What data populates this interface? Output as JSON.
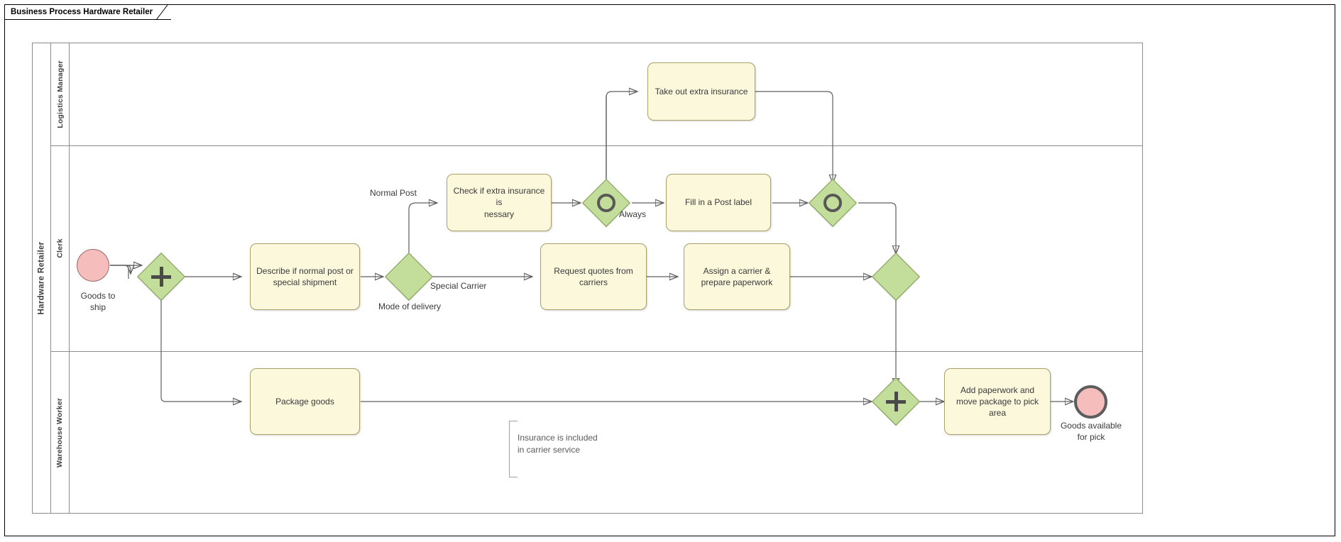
{
  "diagram": {
    "title": "Business Process Hardware Retailer",
    "type": "bpmn-process-diagram",
    "pool": "Hardware Retailer",
    "lanes": [
      {
        "name": "Logistics Manager"
      },
      {
        "name": "Clerk"
      },
      {
        "name": "Warehouse Worker"
      }
    ]
  },
  "colors": {
    "task_fill": "#fbf8dc",
    "task_stroke": "#a9a06a",
    "gateway_fill": "#c3dd9a",
    "gateway_stroke": "#7f9c56",
    "event_fill": "#f6bdbd",
    "lane_stroke": "#8c8c8c",
    "connector_stroke": "#5f5f5f",
    "annotation_text": "#5b5b5b"
  },
  "events": {
    "start": {
      "label": "Goods to\nship",
      "label_line1": "Goods to",
      "label_line2": "ship",
      "lane": "Clerk",
      "kind": "start-event"
    },
    "end": {
      "label_line1": "Goods available",
      "label_line2": "for pick",
      "lane": "Warehouse Worker",
      "kind": "end-event"
    }
  },
  "tasks": {
    "take_out_extra_insurance": {
      "label": "Take out extra insurance",
      "lane": "Logistics Manager"
    },
    "check_extra_insurance": {
      "label_line1": "Check if extra insurance is",
      "label_line2": "nessary",
      "lane": "Clerk"
    },
    "fill_post_label": {
      "label": "Fill in a Post label",
      "lane": "Clerk"
    },
    "describe_shipment": {
      "label_line1": "Describe if normal post or",
      "label_line2": "special shipment",
      "lane": "Clerk"
    },
    "request_quotes": {
      "label_line1": "Request quotes from",
      "label_line2": "carriers",
      "lane": "Clerk"
    },
    "assign_carrier": {
      "label_line1": "Assign a carrier &",
      "label_line2": "prepare paperwork",
      "lane": "Clerk"
    },
    "package_goods": {
      "label": "Package goods",
      "lane": "Warehouse Worker"
    },
    "add_paperwork": {
      "label_line1": "Add paperwork and",
      "label_line2": "move package to pick",
      "label_line3": "area",
      "lane": "Warehouse Worker"
    }
  },
  "gateways": {
    "split_parallel": {
      "marker": "parallel",
      "label": "",
      "lane": "Clerk"
    },
    "mode_of_delivery": {
      "marker": "exclusive-blank",
      "label": "Mode of delivery",
      "lane": "Clerk"
    },
    "event_gateway_1": {
      "marker": "event-based",
      "label": "",
      "lane": "Clerk"
    },
    "event_gateway_2": {
      "marker": "event-based",
      "label": "",
      "lane": "Clerk"
    },
    "merge_exclusive": {
      "marker": "exclusive-blank",
      "label": "",
      "lane": "Clerk"
    },
    "join_parallel": {
      "marker": "parallel",
      "label": "",
      "lane": "Warehouse Worker"
    }
  },
  "flow_labels": {
    "normal_post": "Normal Post",
    "special_carrier": "Special Carrier",
    "always": "Always"
  },
  "annotations": {
    "insurance_note": {
      "line1": "Insurance is included",
      "line2": "in carrier service"
    }
  }
}
